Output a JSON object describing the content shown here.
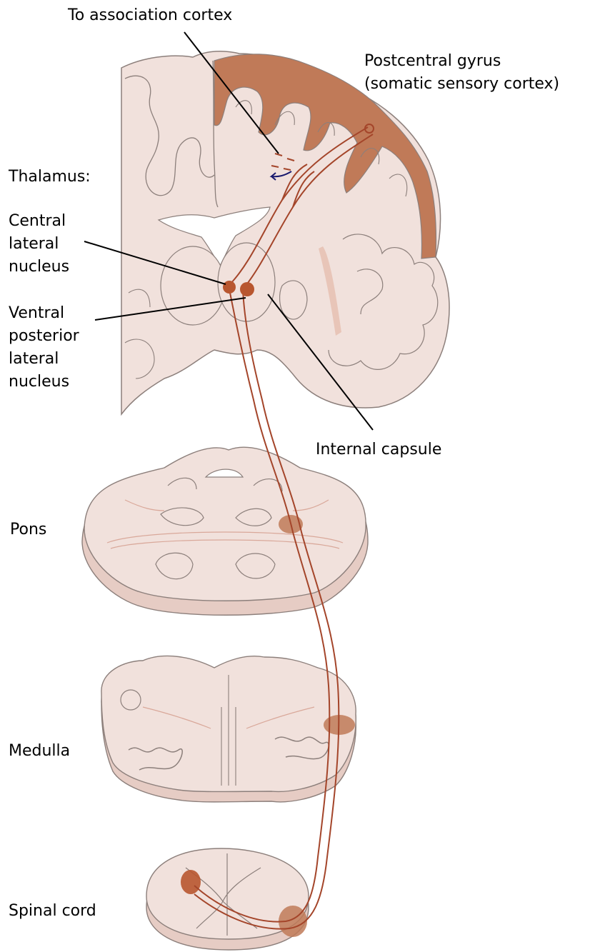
{
  "colors": {
    "tissue": "#f1e1dc",
    "tissue_shadow": "#e6ccc4",
    "outline": "#8c7f7b",
    "cortex": "#c07a58",
    "pathway": "#a4452a",
    "nucleus": "#b8562f",
    "leader": "#000000",
    "arrow": "#1a1a6e"
  },
  "icons": {
    "arrow": "arrow-icon",
    "nucleus": "nucleus-marker-icon"
  },
  "labels": {
    "association_cortex": "To association cortex",
    "postcentral_line1": "Postcentral gyrus",
    "postcentral_line2": "(somatic sensory cortex)",
    "thalamus": "Thalamus:",
    "central_lateral_1": "Central",
    "central_lateral_2": "lateral",
    "central_lateral_3": "nucleus",
    "vpl_1": "Ventral",
    "vpl_2": "posterior",
    "vpl_3": "lateral",
    "vpl_4": "nucleus",
    "internal_capsule": "Internal capsule",
    "pons": "Pons",
    "medulla": "Medulla",
    "spinal_cord": "Spinal cord"
  }
}
